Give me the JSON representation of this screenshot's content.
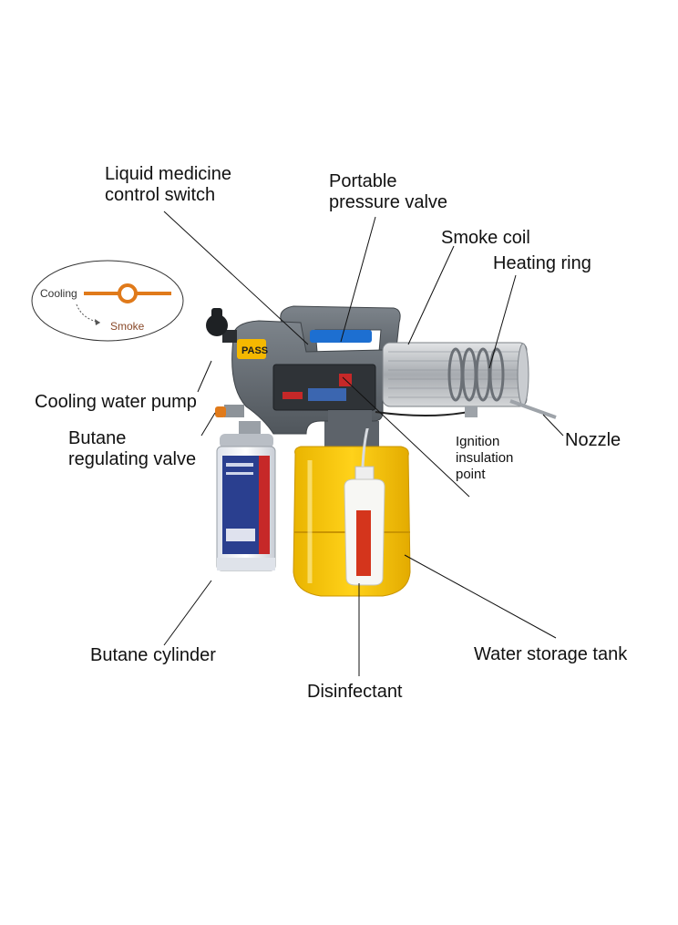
{
  "labels": {
    "liquid_medicine": [
      "Liquid medicine",
      "control switch"
    ],
    "pressure_valve": [
      "Portable",
      "pressure valve"
    ],
    "smoke_coil": "Smoke coil",
    "heating_ring": "Heating ring",
    "cooling_pump": "Cooling water pump",
    "butane_valve": [
      "Butane",
      "regulating valve"
    ],
    "nozzle": "Nozzle",
    "ignition": [
      "Ignition",
      "insulation",
      "point"
    ],
    "butane_cylinder": "Butane cylinder",
    "water_tank": "Water storage tank",
    "disinfectant": "Disinfectant"
  },
  "inset": {
    "cooling": "Cooling",
    "smoke": "Smoke"
  },
  "device_badge": "PASS",
  "colors": {
    "body": "#6b7178",
    "handle_blue": "#1d6fd1",
    "tank_yellow": "#f6c400",
    "cylinder_blue": "#2a3f8f",
    "cylinder_red": "#c62828",
    "orange": "#e07a1a"
  }
}
